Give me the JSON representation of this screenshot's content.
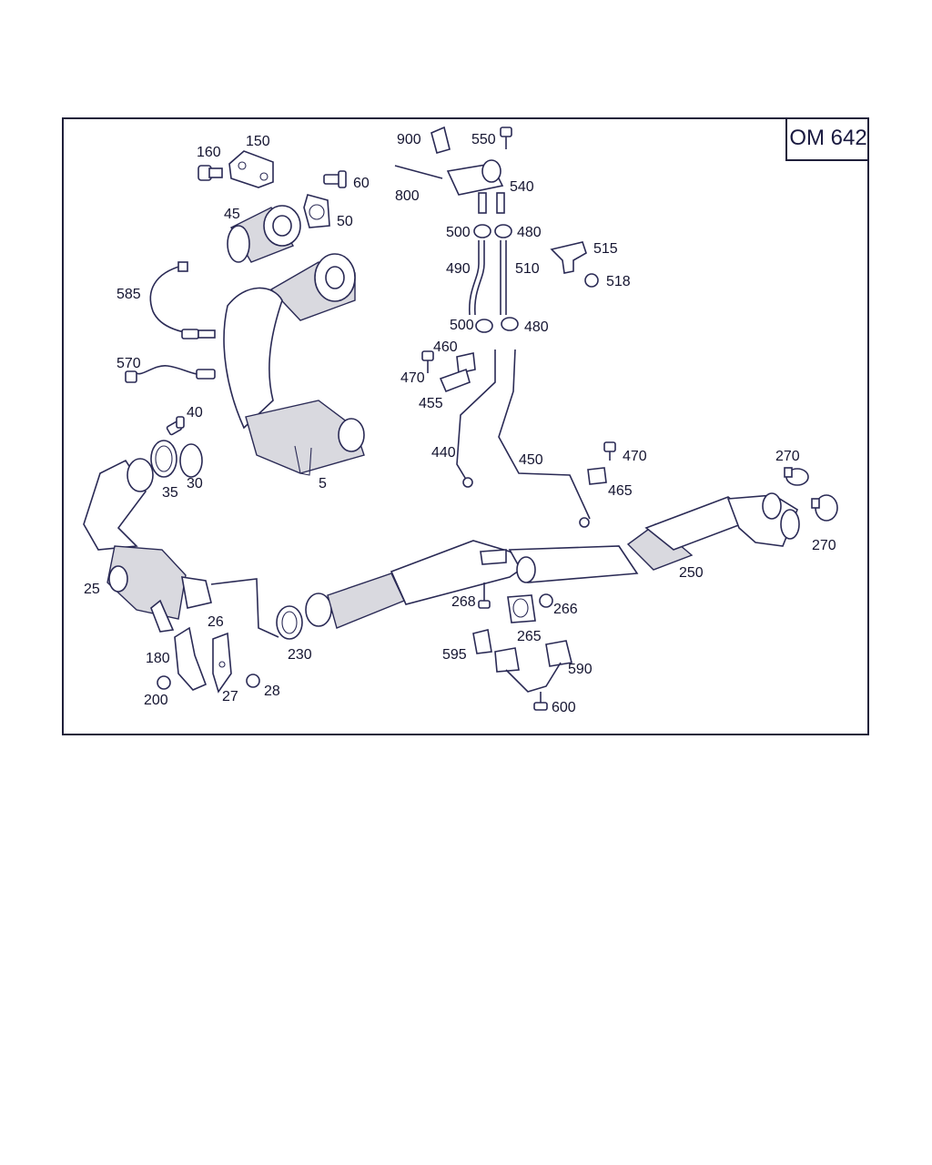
{
  "badge": "OM 642",
  "labels": {
    "l160": "160",
    "l150": "150",
    "l60": "60",
    "l45": "45",
    "l50": "50",
    "l585": "585",
    "l570": "570",
    "l40": "40",
    "l35": "35",
    "l30": "30",
    "l5": "5",
    "l25": "25",
    "l26": "26",
    "l180": "180",
    "l200": "200",
    "l27": "27",
    "l28": "28",
    "l230": "230",
    "l900": "900",
    "l550": "550",
    "l800": "800",
    "l540": "540",
    "l500a": "500",
    "l480a": "480",
    "l490": "490",
    "l510": "510",
    "l515": "515",
    "l518": "518",
    "l500b": "500",
    "l480b": "480",
    "l460": "460",
    "l470a": "470",
    "l455": "455",
    "l440": "440",
    "l450": "450",
    "l470b": "470",
    "l465": "465",
    "l270a": "270",
    "l270b": "270",
    "l250": "250",
    "l268": "268",
    "l266": "266",
    "l265": "265",
    "l595": "595",
    "l590": "590",
    "l600": "600"
  }
}
